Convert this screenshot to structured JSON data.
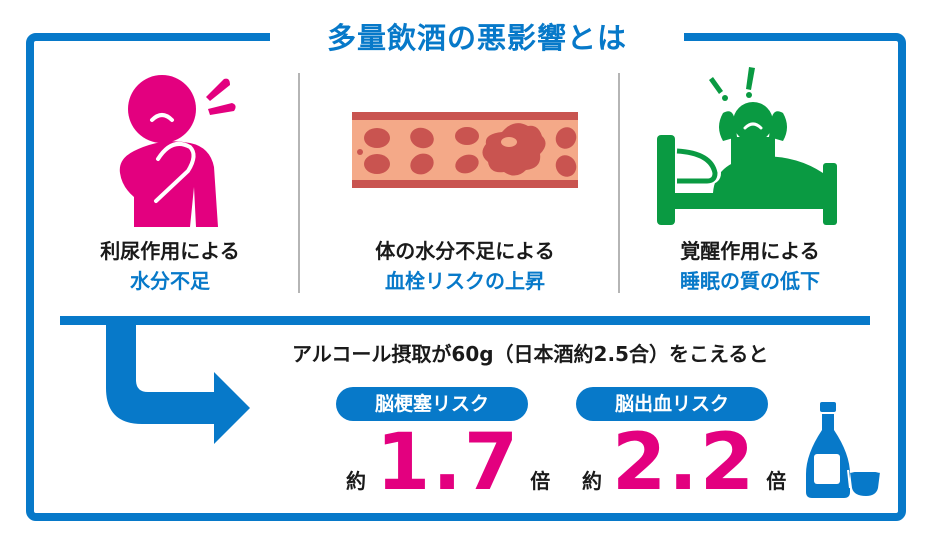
{
  "title": "多量飲酒の悪影響とは",
  "colors": {
    "brand_blue": "#0779c9",
    "magenta": "#e3007f",
    "green": "#0a9a42",
    "vessel_wall": "#c95450",
    "vessel_fill": "#f4a988",
    "divider_gray": "#b5b5b5",
    "text_dark": "#1a1a1a"
  },
  "effects": [
    {
      "icon": "person-coughing-icon",
      "line1": "利尿作用による",
      "line2": "水分不足"
    },
    {
      "icon": "blood-vessel-clot-icon",
      "line1": "体の水分不足による",
      "line2": "血栓リスクの上昇"
    },
    {
      "icon": "person-awake-in-bed-icon",
      "line1": "覚醒作用による",
      "line2": "睡眠の質の低下"
    }
  ],
  "condition": "アルコール摂取が60g（日本酒約2.5合）をこえると",
  "risks": [
    {
      "label": "脳梗塞リスク",
      "prefix": "約",
      "value": "1.7",
      "suffix": "倍"
    },
    {
      "label": "脳出血リスク",
      "prefix": "約",
      "value": "2.2",
      "suffix": "倍"
    }
  ],
  "icons": {
    "arrow": "arrow-down-right-icon",
    "sake": "sake-bottle-cup-icon"
  }
}
